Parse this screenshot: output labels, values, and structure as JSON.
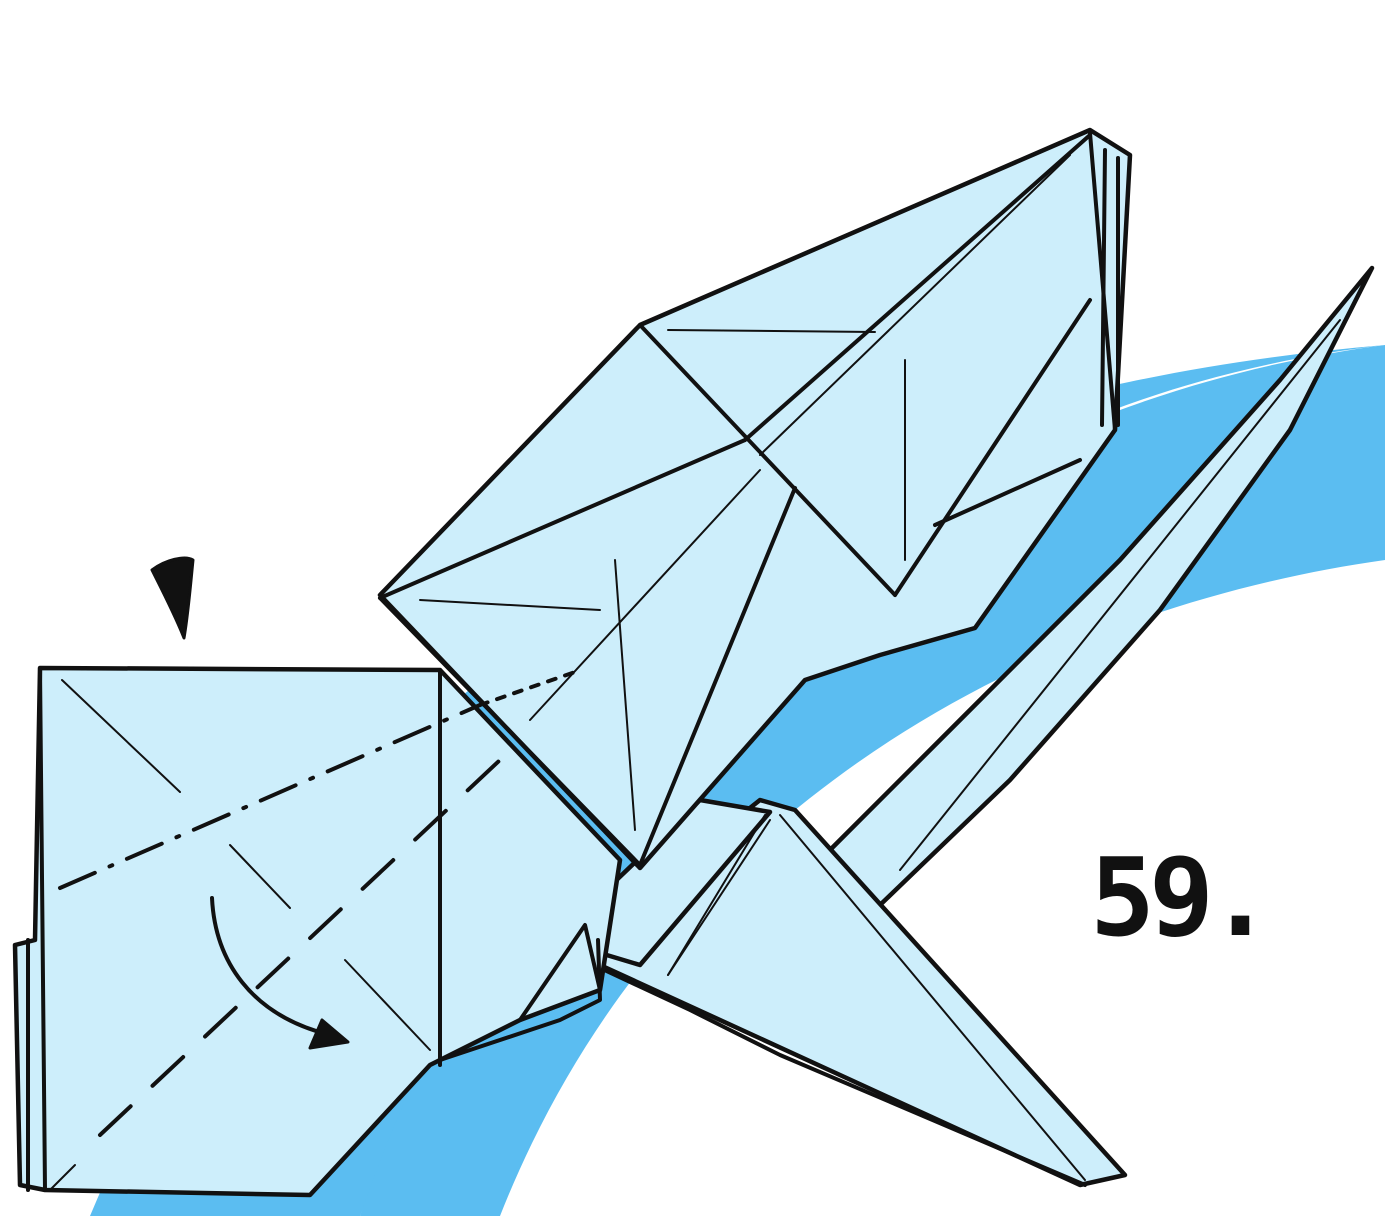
{
  "diagram": {
    "step_number": "59.",
    "colors": {
      "paper": "#cdeefb",
      "background_band": "#5bbdf1",
      "line": "#111111",
      "background": "#ffffff"
    },
    "symbols": [
      "push-arrow",
      "fold-arrow",
      "valley-fold-line",
      "mountain-fold-line",
      "hidden-line"
    ]
  }
}
